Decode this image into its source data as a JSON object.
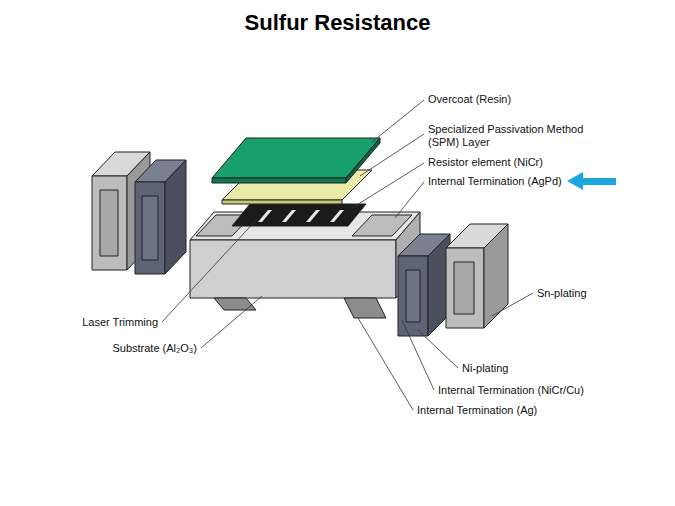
{
  "diagram": {
    "title": "Sulfur Resistance",
    "labels": [
      "Overcoat (Resin)",
      "Specialized Passivation Method (SPM) Layer",
      "Resistor element (NiCr)",
      "Internal Termination (AgPd)",
      "Sn-plating",
      "Laser Trimming",
      "Substrate (Al₂O₃)",
      "Ni-plating",
      "Internal Termination (NiCr/Cu)",
      "Internal Termination (Ag)"
    ]
  }
}
